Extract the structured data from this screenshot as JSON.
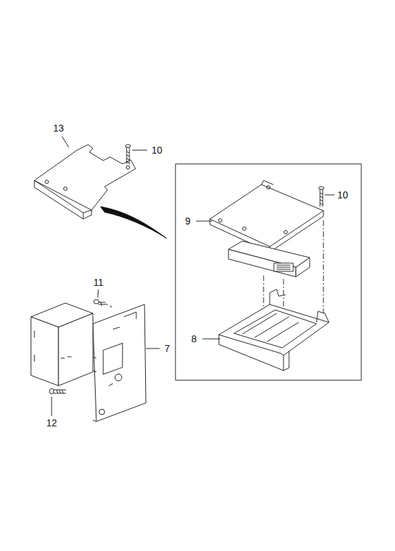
{
  "diagram": {
    "labels": [
      "13",
      "10",
      "10",
      "9",
      "11",
      "7",
      "8",
      "12"
    ]
  }
}
